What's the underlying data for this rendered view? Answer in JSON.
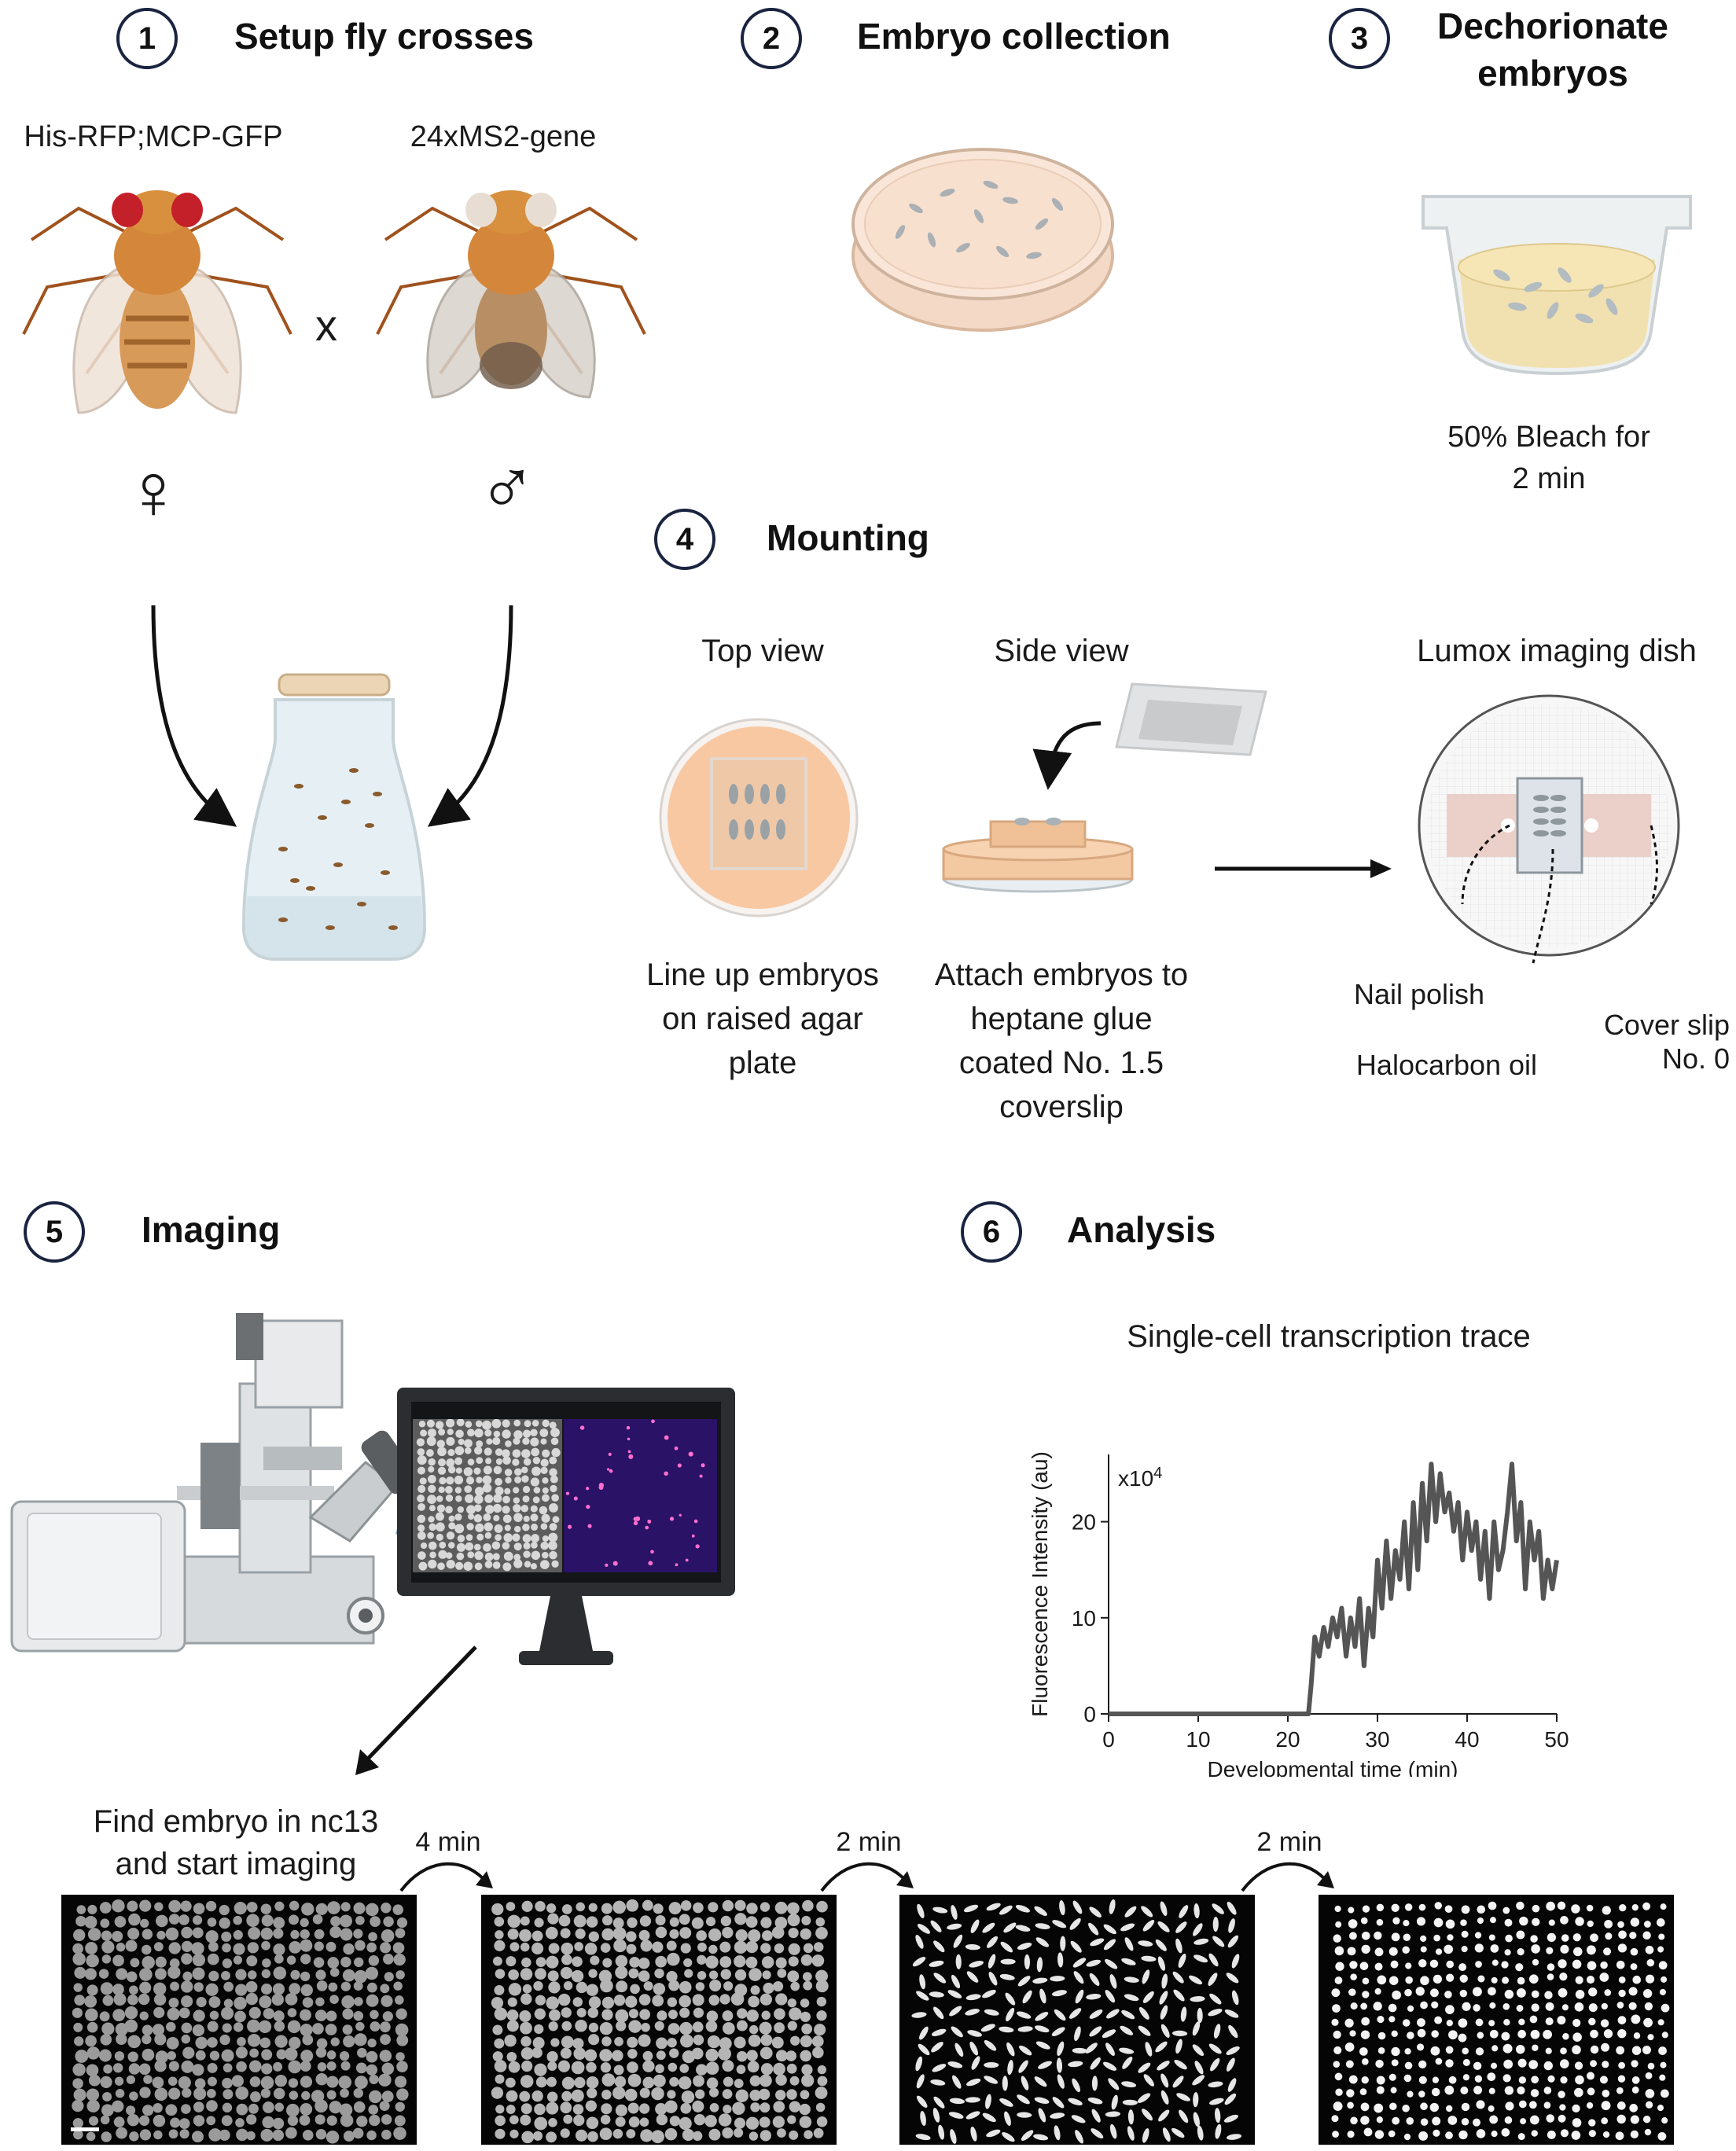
{
  "steps": [
    {
      "num": "1",
      "title": "Setup fly crosses"
    },
    {
      "num": "2",
      "title": "Embryo collection"
    },
    {
      "num": "3",
      "title": "Dechorionate\nembryos"
    },
    {
      "num": "4",
      "title": "Mounting"
    },
    {
      "num": "5",
      "title": "Imaging"
    },
    {
      "num": "6",
      "title": "Analysis"
    }
  ],
  "crosses": {
    "female_genotype": "His-RFP;MCP-GFP",
    "male_genotype": "24xMS2-gene",
    "cross_symbol": "x",
    "female_symbol": "♀",
    "male_symbol": "♂"
  },
  "dechorionate": {
    "caption": "50% Bleach for\n2 min"
  },
  "mounting": {
    "top_view": "Top view",
    "side_view": "Side view",
    "dish_title": "Lumox imaging dish",
    "top_caption": "Line up embryos\non raised agar\nplate",
    "side_caption": "Attach embryos to\nheptane glue\ncoated No. 1.5\ncoverslip",
    "nail_polish": "Nail polish",
    "halocarbon": "Halocarbon oil",
    "cover_slip": "Cover slip\nNo. 0"
  },
  "imaging": {
    "caption": "Find embryo in nc13\nand start imaging",
    "intervals": [
      "4 min",
      "2 min",
      "2 min"
    ]
  },
  "analysis": {
    "chart_title": "Single-cell transcription trace"
  },
  "chart_data": {
    "type": "line",
    "title": "Single-cell transcription trace",
    "xlabel": "Developmental time (min)",
    "ylabel": "Fluorescence Intensity (au)",
    "y_multiplier": "x10",
    "y_multiplier_exp": "4",
    "xlim": [
      0,
      50
    ],
    "ylim": [
      0,
      27
    ],
    "xticks": [
      "0",
      "10",
      "20",
      "30",
      "40",
      "50"
    ],
    "yticks": [
      "0",
      "10",
      "20"
    ],
    "series": [
      {
        "color": "#555555",
        "x": [
          0,
          5,
          10,
          15,
          20,
          22.3,
          22.6,
          23,
          23.5,
          24,
          24.5,
          25,
          25.5,
          26,
          26.5,
          27,
          27.5,
          28,
          28.5,
          29,
          29.5,
          30,
          30.5,
          31,
          31.5,
          32,
          32.5,
          33,
          33.5,
          34,
          34.5,
          35,
          35.5,
          36,
          36.5,
          37,
          37.5,
          38,
          38.5,
          39,
          39.5,
          40,
          40.5,
          41,
          41.5,
          42,
          42.5,
          43,
          43.5,
          44,
          44.5,
          45,
          45.5,
          46,
          46.5,
          47,
          47.5,
          48,
          48.5,
          49,
          49.5,
          50
        ],
        "y": [
          0,
          0,
          0,
          0,
          0,
          0,
          3,
          8,
          6,
          9,
          7,
          10,
          8,
          11,
          6,
          10,
          7,
          12,
          5,
          11,
          8,
          16,
          11,
          18,
          12,
          17,
          14,
          20,
          13,
          22,
          15,
          24,
          18,
          26,
          20,
          25,
          21,
          23,
          19,
          22,
          16,
          21,
          17,
          20,
          14,
          19,
          12,
          20,
          15,
          17,
          21,
          26,
          18,
          22,
          13,
          20,
          16,
          19,
          12,
          16,
          13,
          16
        ]
      }
    ]
  }
}
